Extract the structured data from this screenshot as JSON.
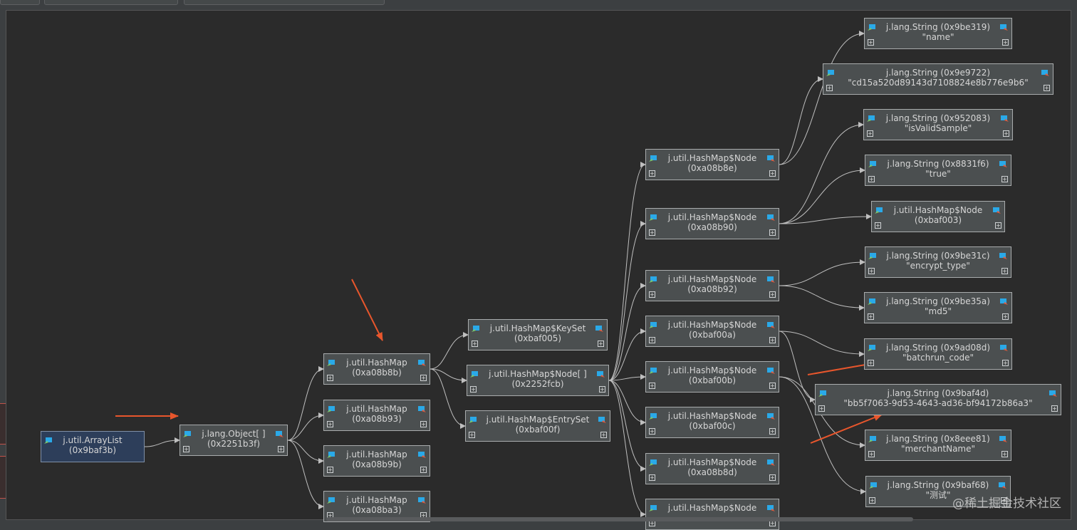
{
  "colors": {
    "background": "#2b2b2b",
    "node_fill": "#4b4f50",
    "node_border": "#a9acad",
    "selected_fill": "#2d3e5a",
    "edge": "#bfbfbf",
    "arrow_annotation": "#e8562c"
  },
  "icons": {
    "top_left": "object-watch-icon",
    "top_right": "jump-to-source-icon",
    "expand": "plus-box-icon"
  },
  "nodes": [
    {
      "id": "arraylist",
      "l1": "j.util.ArrayList",
      "l2": "(0x9baf3b)",
      "selected": true
    },
    {
      "id": "objarr",
      "l1": "j.lang.Object[ ]",
      "l2": "(0x2251b3f)"
    },
    {
      "id": "hm1",
      "l1": "j.util.HashMap",
      "l2": "(0xa08b8b)"
    },
    {
      "id": "hm2",
      "l1": "j.util.HashMap",
      "l2": "(0xa08b93)"
    },
    {
      "id": "hm3",
      "l1": "j.util.HashMap",
      "l2": "(0xa08b9b)"
    },
    {
      "id": "hm4",
      "l1": "j.util.HashMap",
      "l2": "(0xa08ba3)"
    },
    {
      "id": "keyset",
      "l1": "j.util.HashMap$KeySet",
      "l2": "(0xbaf005)"
    },
    {
      "id": "nodearr",
      "l1": "j.util.HashMap$Node[ ]",
      "l2": "(0x2252fcb)"
    },
    {
      "id": "entryset",
      "l1": "j.util.HashMap$EntrySet",
      "l2": "(0xbaf00f)"
    },
    {
      "id": "n1",
      "l1": "j.util.HashMap$Node",
      "l2": "(0xa08b8e)"
    },
    {
      "id": "n2",
      "l1": "j.util.HashMap$Node",
      "l2": "(0xa08b90)"
    },
    {
      "id": "n3",
      "l1": "j.util.HashMap$Node",
      "l2": "(0xa08b92)"
    },
    {
      "id": "n4",
      "l1": "j.util.HashMap$Node",
      "l2": "(0xbaf00a)"
    },
    {
      "id": "n5",
      "l1": "j.util.HashMap$Node",
      "l2": "(0xbaf00b)"
    },
    {
      "id": "n6",
      "l1": "j.util.HashMap$Node",
      "l2": "(0xbaf00c)"
    },
    {
      "id": "n7",
      "l1": "j.util.HashMap$Node",
      "l2": "(0xa08b8d)"
    },
    {
      "id": "n8",
      "l1": "j.util.HashMap$Node",
      "l2": ""
    },
    {
      "id": "s1",
      "l1": "j.lang.String (0x9be319)",
      "l2": "\"name\""
    },
    {
      "id": "s2",
      "l1": "j.lang.String (0x9e9722)",
      "l2": "\"cd15a520d89143d7108824e8b776e9b6\""
    },
    {
      "id": "s3",
      "l1": "j.lang.String (0x952083)",
      "l2": "\"isValidSample\""
    },
    {
      "id": "s4",
      "l1": "j.lang.String (0x8831f6)",
      "l2": "\"true\""
    },
    {
      "id": "rn",
      "l1": "j.util.HashMap$Node",
      "l2": "(0xbaf003)"
    },
    {
      "id": "s5",
      "l1": "j.lang.String (0x9be31c)",
      "l2": "\"encrypt_type\""
    },
    {
      "id": "s6",
      "l1": "j.lang.String (0x9be35a)",
      "l2": "\"md5\""
    },
    {
      "id": "s7",
      "l1": "j.lang.String (0x9ad08d)",
      "l2": "\"batchrun_code\""
    },
    {
      "id": "s8",
      "l1": "j.lang.String (0x9baf4d)",
      "l2": "\"bb5f7063-9d53-4643-ad36-bf94172b86a3\""
    },
    {
      "id": "s9",
      "l1": "j.lang.String (0x8eee81)",
      "l2": "\"merchantName\""
    },
    {
      "id": "s10",
      "l1": "j.lang.String (0x9baf68)",
      "l2": "\"测试\""
    }
  ],
  "watermark": "@稀土掘金技术社区"
}
